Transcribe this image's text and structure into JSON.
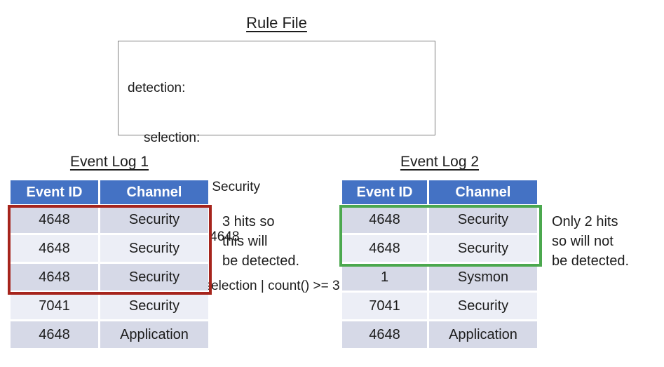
{
  "rule_file": {
    "title": "Rule File",
    "lines": [
      "detection:",
      "selection:",
      "Channel: Security",
      "EventID: 4648",
      "condition: selection | count() >= 3"
    ]
  },
  "event_log_1": {
    "title": "Event Log 1",
    "headers": [
      "Event ID",
      "Channel"
    ],
    "rows": [
      [
        "4648",
        "Security"
      ],
      [
        "4648",
        "Security"
      ],
      [
        "4648",
        "Security"
      ],
      [
        "7041",
        "Security"
      ],
      [
        "4648",
        "Application"
      ]
    ],
    "highlighted_rows": 3,
    "note": [
      "3 hits so",
      "this will",
      "be detected."
    ]
  },
  "event_log_2": {
    "title": "Event Log 2",
    "headers": [
      "Event ID",
      "Channel"
    ],
    "rows": [
      [
        "4648",
        "Security"
      ],
      [
        "4648",
        "Security"
      ],
      [
        "1",
        "Sysmon"
      ],
      [
        "7041",
        "Security"
      ],
      [
        "4648",
        "Application"
      ]
    ],
    "highlighted_rows": 2,
    "note": [
      "Only 2 hits",
      "so will not",
      "be detected."
    ]
  },
  "colors": {
    "header_blue": "#4472C4",
    "row_dark": "#D6D9E7",
    "row_light": "#ECEEF6",
    "highlight_red": "#A6241C",
    "highlight_green": "#4BA84E"
  }
}
